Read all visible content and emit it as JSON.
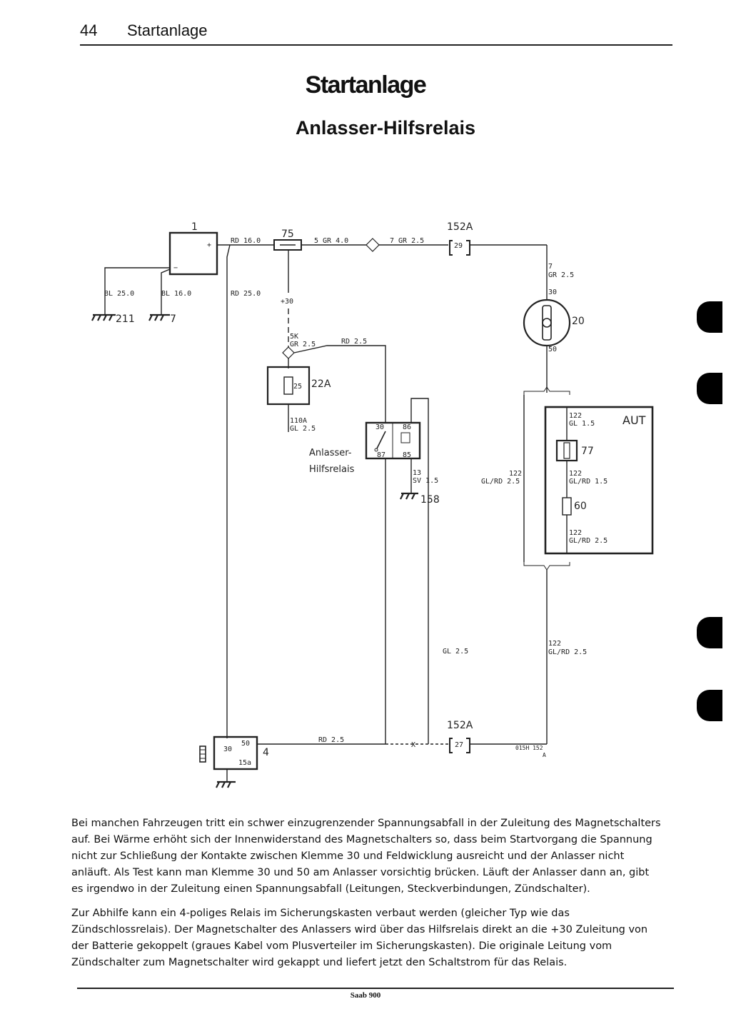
{
  "header": {
    "page_number": "44",
    "section": "Startanlage"
  },
  "title": "Startanlage",
  "subtitle": "Anlasser-Hilfsrelais",
  "diagram": {
    "component_1": "1",
    "fuse_75": "75",
    "connector_152a_top": "152A",
    "connector_152a_top_pin": "29",
    "ignition_switch": "20",
    "relay_22a": "22A",
    "relay_22a_pin": "25",
    "aux_relay_pins": [
      "30",
      "86",
      "87",
      "85"
    ],
    "aux_relay_label_line1": "Anlasser-",
    "aux_relay_label_line2": "Hilfsrelais",
    "ground_211": "211",
    "ground_7": "7",
    "ground_158": "158",
    "box_aut": "AUT",
    "comp_77": "77",
    "comp_60": "60",
    "connector_152a_bottom": "152A",
    "connector_152a_bottom_pin": "27",
    "starter": "4",
    "starter_pins": [
      "30",
      "50",
      "15a"
    ],
    "ref_code": "015H 152",
    "ref_code_sub": "A",
    "wires": {
      "rd16": "RD 16.0",
      "gr40": "5 GR 4.0",
      "gr25_7": "7 GR 2.5",
      "bl25": "BL 25.0",
      "bl16": "BL 16.0",
      "rd25_main": "RD 25.0",
      "plus30": "+30",
      "w5k": "5K",
      "gr25": "GR 2.5",
      "rd25_upper": "RD 2.5",
      "w110a": "110A",
      "gl25_a": "GL 2.5",
      "w13": "13",
      "sv15": "SV 1.5",
      "w7": "7",
      "gr25_b": "GR 2.5",
      "pin30": "30",
      "pin50": "50",
      "w122": "122",
      "gl15": "GL 1.5",
      "glrd25": "GL/RD 2.5",
      "glrd15": "GL/RD 1.5",
      "gl25_b": "GL 2.5",
      "rd25_lower": "RD 2.5",
      "x_mark": "X"
    }
  },
  "body": {
    "paragraph1": "Bei manchen Fahrzeugen tritt ein schwer einzugrenzender Spannungsabfall in der Zuleitung des Magnetschalters auf. Bei Wärme erhöht sich der Innenwiderstand des Magnetschalters so, dass beim Startvorgang die Spannung nicht zur Schließung der Kontakte zwischen Klemme 30 und Feldwicklung ausreicht und der Anlasser nicht anläuft. Als Test kann man Klemme 30 und 50 am Anlasser vorsichtig brücken. Läuft der Anlasser dann an, gibt es irgendwo in der Zuleitung einen Spannungsabfall (Leitungen, Steckverbindungen, Zündschalter).",
    "paragraph2": "Zur Abhilfe kann ein 4-poliges Relais im Sicherungskasten verbaut werden (gleicher Typ wie das Zündschlossrelais). Der Magnetschalter des Anlassers wird über das Hilfsrelais direkt an die +30 Zuleitung von der Batterie gekoppelt (graues Kabel vom Plusverteiler im Sicherungskasten). Die originale Leitung vom Zündschalter zum Magnetschalter wird gekappt und liefert jetzt den Schaltstrom für das Relais."
  },
  "footer": {
    "text": "Saab 900"
  }
}
